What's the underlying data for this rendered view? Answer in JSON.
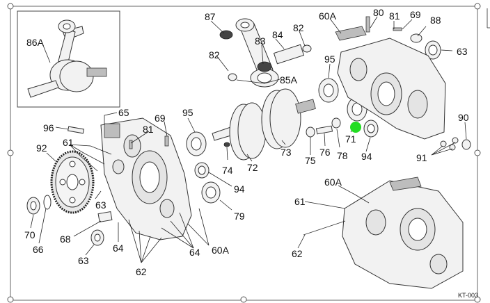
{
  "diagram": {
    "corner_code": "KT-003",
    "marker_color": "#22dd22",
    "labels": {
      "l86A": "86A",
      "l87": "87",
      "l84": "84",
      "l82a": "82",
      "l83": "83",
      "l82b": "82",
      "l85A": "85A",
      "l60Aa": "60A",
      "l80": "80",
      "l81a": "81",
      "l69a": "69",
      "l88": "88",
      "l63a": "63",
      "l95a": "95",
      "l65": "65",
      "l69b": "69",
      "l95b": "95",
      "l96": "96",
      "l81b": "81",
      "l92": "92",
      "l61a": "61",
      "l74": "74",
      "l72": "72",
      "l73": "73",
      "l75": "75",
      "l76": "76",
      "l78": "78",
      "l71": "71",
      "l94a": "94",
      "l90": "90",
      "l91": "91",
      "l94b": "94",
      "l79": "79",
      "l63b": "63",
      "l70": "70",
      "l66": "66",
      "l68": "68",
      "l64a": "64",
      "l64b": "64",
      "l60Ab": "60A",
      "l63c": "63",
      "l62a": "62",
      "l60Ac": "60A",
      "l61b": "61",
      "l62b": "62"
    }
  }
}
